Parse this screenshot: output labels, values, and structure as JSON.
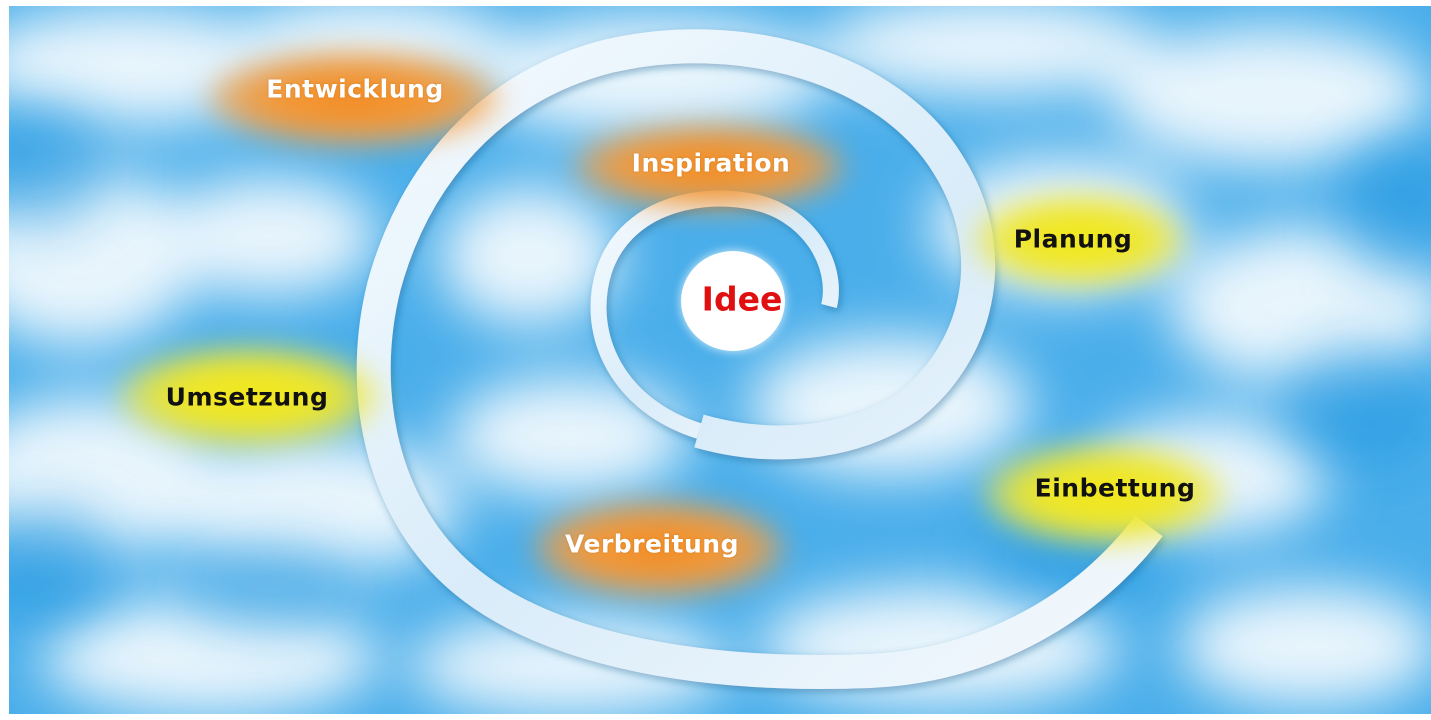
{
  "diagram": {
    "center": {
      "label": "Idee",
      "color": "#e01010"
    },
    "stages": [
      {
        "id": "inspiration",
        "label": "Inspiration",
        "glow": "orange"
      },
      {
        "id": "planung",
        "label": "Planung",
        "glow": "yellow"
      },
      {
        "id": "einbettung",
        "label": "Einbettung",
        "glow": "yellow"
      },
      {
        "id": "verbreitung",
        "label": "Verbreitung",
        "glow": "orange"
      },
      {
        "id": "umsetzung",
        "label": "Umsetzung",
        "glow": "yellow"
      },
      {
        "id": "entwicklung",
        "label": "Entwicklung",
        "glow": "orange"
      }
    ]
  },
  "colors": {
    "sky": "#3aa6ea",
    "cloud": "#ffffff",
    "spiral": "#e8f4fc",
    "orange_glow": "#f08a22",
    "yellow_glow": "#f2e81a"
  }
}
